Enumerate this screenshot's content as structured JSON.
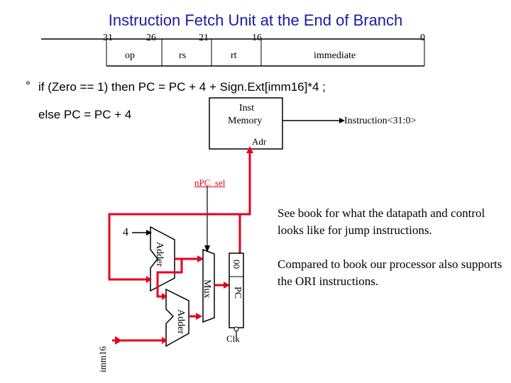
{
  "title": "Instruction Fetch Unit at the End of  Branch",
  "instruction_format": {
    "bit_positions": [
      "31",
      "26",
      "21",
      "16",
      "0"
    ],
    "fields": [
      "op",
      "rs",
      "rt",
      "immediate"
    ]
  },
  "statement": {
    "bullet": "°",
    "if_line": "if  (Zero == 1)   then  PC = PC + 4 + Sign.Ext[imm16]*4 ;",
    "else_line": "else  PC = PC + 4"
  },
  "datapath": {
    "inst_memory_label_1": "Inst",
    "inst_memory_label_2": "Memory",
    "adr_label": "Adr",
    "instruction_label": "Instruction<31:0>",
    "npc_sel_label": "nPC_sel",
    "four_label": "4",
    "adder_top_label": "Adder",
    "adder_bottom_label": "Adder",
    "mux_label": "Mux",
    "pc_label": "PC",
    "zeros_label": "00",
    "clk_label": "Clk",
    "imm16_label": "imm16"
  },
  "notes": {
    "jump_note": "See book for what the datapath and control looks like for jump instructions.",
    "ori_note": "Compared to book our processor also supports the ORI instructions."
  },
  "colors": {
    "title": "#1a1aa6",
    "red_wire": "#e8001c",
    "black_wire": "#000000"
  }
}
